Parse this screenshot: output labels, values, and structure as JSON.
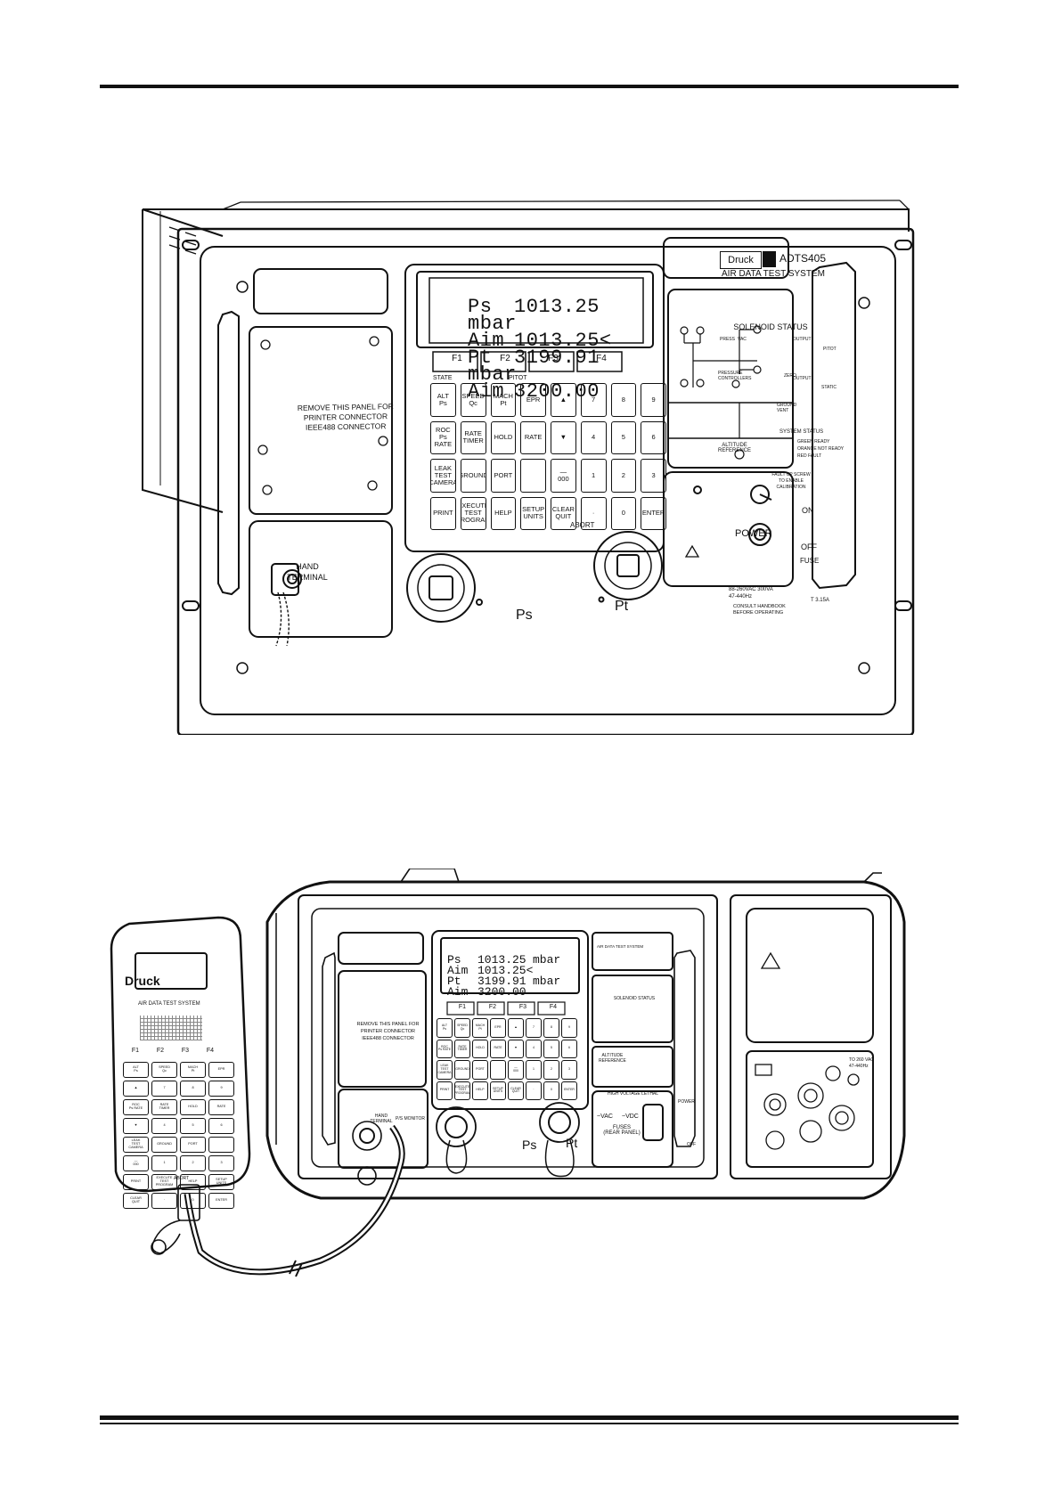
{
  "figure1": {
    "brand": "Druck",
    "model": "ADTS405",
    "system_name": "AIR DATA TEST SYSTEM",
    "display_lines": [
      {
        "label": "Ps",
        "value": "1013.25",
        "unit": "mbar"
      },
      {
        "label": "Aim",
        "value": "1013.25<",
        "unit": ""
      },
      {
        "label": "Pt",
        "value": "3199.91",
        "unit": "mbar"
      },
      {
        "label": "Aim",
        "value": "3200.00",
        "unit": ""
      }
    ],
    "function_keys": [
      "F1",
      "F2",
      "F3",
      "F4"
    ],
    "key_rows": [
      [
        "ALT\nPs",
        "SPEED\nQc",
        "MACH\nPt",
        "EPR",
        "▲",
        "7",
        "8",
        "9"
      ],
      [
        "ROC\nPs RATE",
        "RATE\nTIMER",
        "HOLD",
        "RATE",
        "▼",
        "4",
        "5",
        "6"
      ],
      [
        "LEAK\nTEST\nCAMERA",
        "GROUND",
        "PORT",
        "",
        "—\n000",
        "1",
        "2",
        "3"
      ],
      [
        "PRINT",
        "EXECUTE\nTEST\nPROGRAM",
        "HELP",
        "SETUP\nUNITS",
        "CLEAR\nQUIT",
        "·",
        "0",
        "ENTER"
      ]
    ],
    "state_label": "STATE",
    "pitot_label": "PITOT",
    "abort_label": "ABORT",
    "panel_text": "REMOVE THIS PANEL FOR\nPRINTER CONNECTOR\nIEEE488 CONNECTOR",
    "hand_terminal": "HAND\nTERMINAL",
    "solenoid_title": "SOLENOID STATUS",
    "solenoid_labels": {
      "press": "PRESS",
      "vac": "VAC",
      "output_pitot": "OUTPUT",
      "pitot": "PITOT",
      "pressure_controllers": "PRESSURE\nCONTROLLERS",
      "zero": "ZERO",
      "output_static": "OUTPUT",
      "static": "STATIC",
      "ground_vent": "GROUND\nVENT"
    },
    "altitude_reference": "ALTITUDE\nREFERENCE",
    "system_status": "SYSTEM STATUS",
    "status_rows": [
      "GREEN  READY",
      "ORANGE  NOT READY",
      "RED  FAULT"
    ],
    "calibration_note": "FAULT UP SCREW\nTO ENABLE\nCALIBRATION",
    "power_label": "POWER",
    "on_label": "ON",
    "off_label": "OFF",
    "fuse_label": "FUSE",
    "fuse_rating": "T 3.15A",
    "mains_label": "88-260VAC 300VA\n47-440Hz",
    "warning_label": "CONSULT HANDBOOK\nBEFORE OPERATING",
    "port_ps": "Ps",
    "port_pt": "Pt"
  },
  "figure2": {
    "handset_brand": "Druck",
    "handset_title": "AIR DATA TEST SYSTEM",
    "display_lines": [
      {
        "label": "Ps",
        "value": "1013.25",
        "unit": "mbar"
      },
      {
        "label": "Aim",
        "value": "1013.25<",
        "unit": ""
      },
      {
        "label": "Pt",
        "value": "3199.91",
        "unit": "mbar"
      },
      {
        "label": "Aim",
        "value": "3200.00",
        "unit": ""
      }
    ],
    "function_keys": [
      "F1",
      "F2",
      "F3",
      "F4"
    ],
    "panel_text": "REMOVE THIS PANEL FOR\nPRINTER CONNECTOR\nIEEE488 CONNECTOR",
    "hand_terminal": "HAND\nTERMINAL",
    "ps_monitor": "P/S MONITOR",
    "solenoid_title": "SOLENOID STATUS",
    "altitude_reference": "ALTITUDE\nREFERENCE",
    "system_name": "AIR DATA TEST SYSTEM",
    "fuses_label": "FUSES\n(REAR PANEL)",
    "voltage_a": "~VAC",
    "voltage_b": "~VDC",
    "power_label": "POWER",
    "off_label": "OFF",
    "warning_label": "HIGH VOLTAGE LETHAL",
    "mains_label": "TO 260 VAC\n47-440Hz",
    "port_ps": "Ps",
    "port_pt": "Pt",
    "abort_label": "ABORT"
  }
}
